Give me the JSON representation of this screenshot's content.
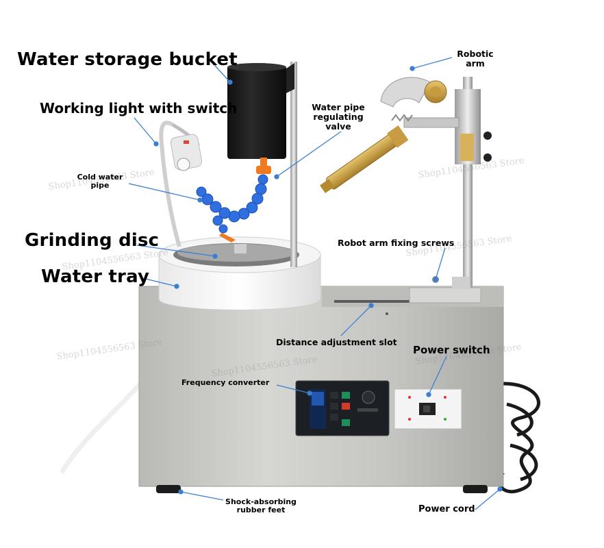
{
  "labels": {
    "water_storage_bucket": "Water storage bucket",
    "robotic_arm_line1": "Robotic",
    "robotic_arm_line2": "arm",
    "working_light": "Working light with switch",
    "water_pipe_valve_line1": "Water pipe",
    "water_pipe_valve_line2": "regulating",
    "water_pipe_valve_line3": "valve",
    "cold_water_pipe_line1": "Cold water",
    "cold_water_pipe_line2": "pipe",
    "grinding_disc": "Grinding disc",
    "water_tray": "Water tray",
    "robot_arm_fixing_screws": "Robot arm fixing screws",
    "distance_adjustment_slot": "Distance adjustment slot",
    "power_switch": "Power switch",
    "frequency_converter": "Frequency converter",
    "shock_feet_line1": "Shock-absorbing",
    "shock_feet_line2": "rubber feet",
    "power_cord": "Power cord"
  },
  "watermark": "Shop1104556563 Store",
  "colors": {
    "leader_line": "#3b7fd0",
    "steel_body": "#c9c9c7",
    "bucket": "#1a1a1a",
    "pipe_blue": "#2f6fe0",
    "valve_orange": "#f07a22",
    "brass": "#c9a14a",
    "panel_dark": "#1c1f24"
  }
}
